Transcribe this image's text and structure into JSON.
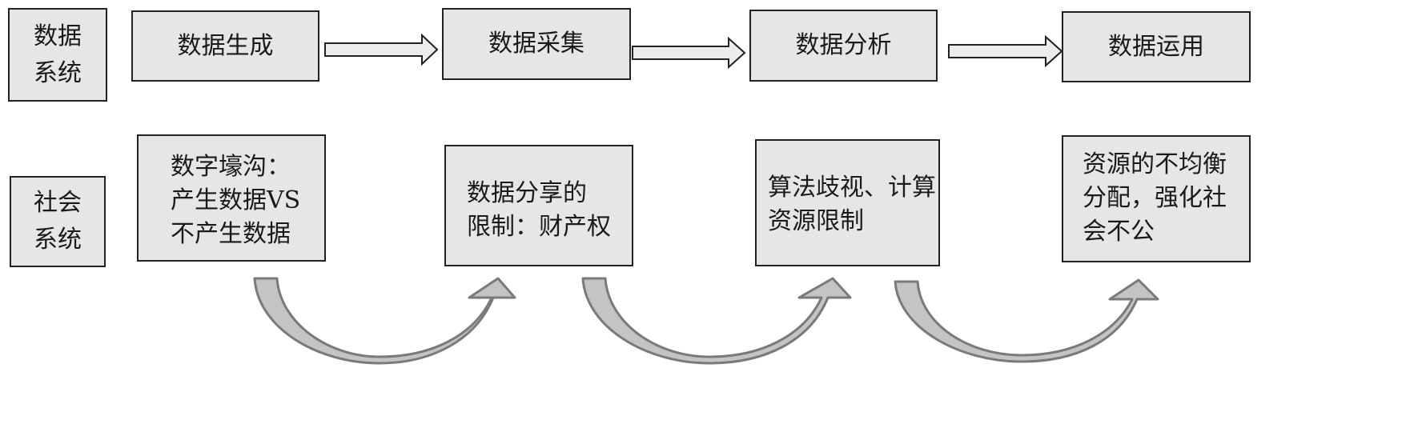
{
  "data_system": {
    "label_lines": [
      "数据",
      "系统"
    ],
    "stages": [
      "数据生成",
      "数据采集",
      "数据分析",
      "数据运用"
    ]
  },
  "social_system": {
    "label_lines": [
      "社会",
      "系统"
    ],
    "issues": [
      {
        "lines": [
          "数字壕沟：",
          "产生数据VS",
          "不产生数据"
        ]
      },
      {
        "lines": [
          "数据分享的",
          "限制：财产权"
        ]
      },
      {
        "lines": [
          "算法歧视、计算",
          "资源限制"
        ]
      },
      {
        "lines": [
          "资源的不均衡",
          "分配，强化社",
          "会不公"
        ]
      }
    ]
  },
  "colors": {
    "box_fill": "#e6e6e6",
    "box_border": "#222222",
    "flow_arrow_fill": "#ececec",
    "curved_arrow_fill": "#c4c4c4",
    "curved_arrow_stroke": "#7a7a7a"
  }
}
